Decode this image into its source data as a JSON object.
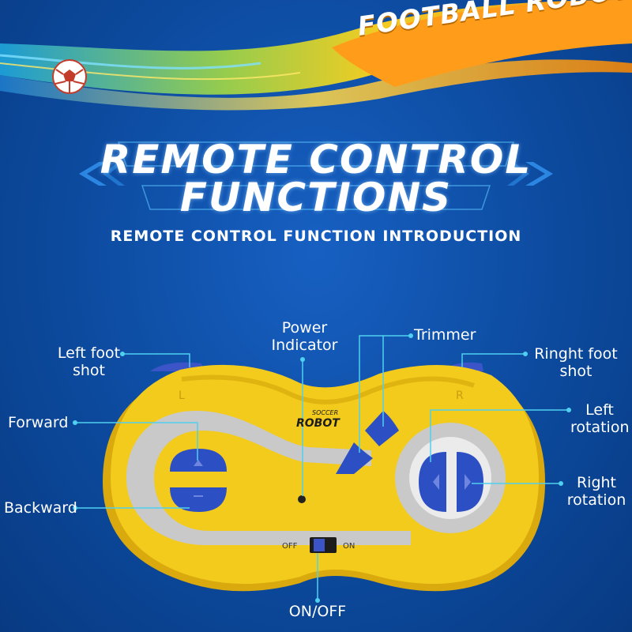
{
  "banner": {
    "title": "FOOTBALL ROBOT"
  },
  "heading": {
    "line1": "REMOTE CONTROL",
    "line2": "FUNCTIONS",
    "subtitle": "REMOTE CONTROL FUNCTION INTRODUCTION"
  },
  "controller": {
    "logo_top": "SOCCER",
    "logo_bottom": "ROBOT",
    "left_shoulder": "L",
    "right_shoulder": "R",
    "switch_off": "OFF",
    "switch_on": "ON"
  },
  "labels": {
    "left_foot_line1": "Left foot",
    "left_foot_line2": "shot",
    "power_line1": "Power",
    "power_line2": "Indicator",
    "trimmer": "Trimmer",
    "right_foot_line1": "Ringht foot",
    "right_foot_line2": "shot",
    "forward": "Forward",
    "left_rotation_line1": "Left",
    "left_rotation_line2": "rotation",
    "right_rotation_line1": "Right",
    "right_rotation_line2": "rotation",
    "backward": "Backward",
    "on_off": "ON/OFF"
  },
  "colors": {
    "background": "#0c4a9e",
    "controller_body": "#f2cb1c",
    "controller_trim": "#c9c9c9",
    "button_blue": "#2d4fc4",
    "callout_line": "#4fd0f0"
  }
}
